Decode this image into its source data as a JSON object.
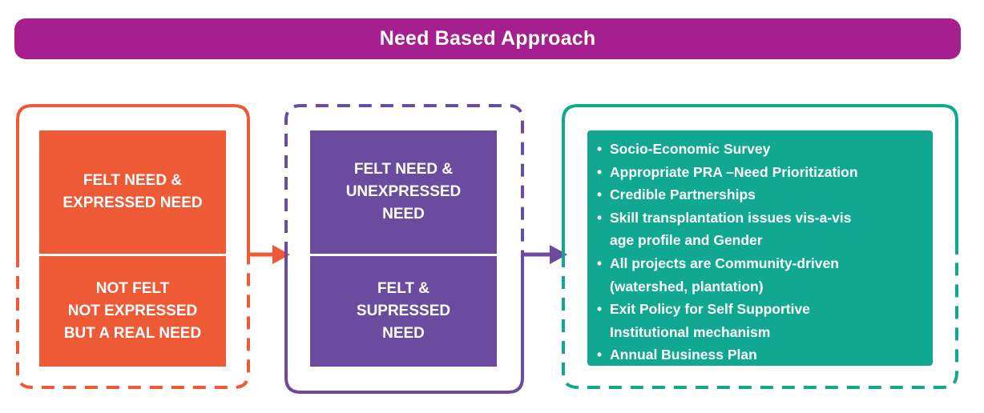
{
  "title": "Need Based Approach",
  "colors": {
    "banner": "#a61f8e",
    "orange": "#ef5a36",
    "purple": "#6b4ba0",
    "teal": "#10a890"
  },
  "orange_group": {
    "top_label": "FELT NEED &\nEXPRESSED NEED",
    "bottom_label": "NOT FELT\nNOT EXPRESSED\nBUT A REAL NEED"
  },
  "purple_group": {
    "top_label": "FELT NEED &\nUNEXPRESSED\nNEED",
    "bottom_label": "FELT &\nSUPRESSED\nNEED"
  },
  "green_group": {
    "items": [
      "Socio-Economic Survey",
      "Appropriate PRA –Need Prioritization",
      "Credible Partnerships",
      "Skill transplantation issues  vis-a-vis\nage profile and Gender",
      "All projects are Community-driven\n(watershed, plantation)",
      "Exit Policy for Self Supportive\nInstitutional mechanism",
      "Annual Business Plan"
    ]
  }
}
